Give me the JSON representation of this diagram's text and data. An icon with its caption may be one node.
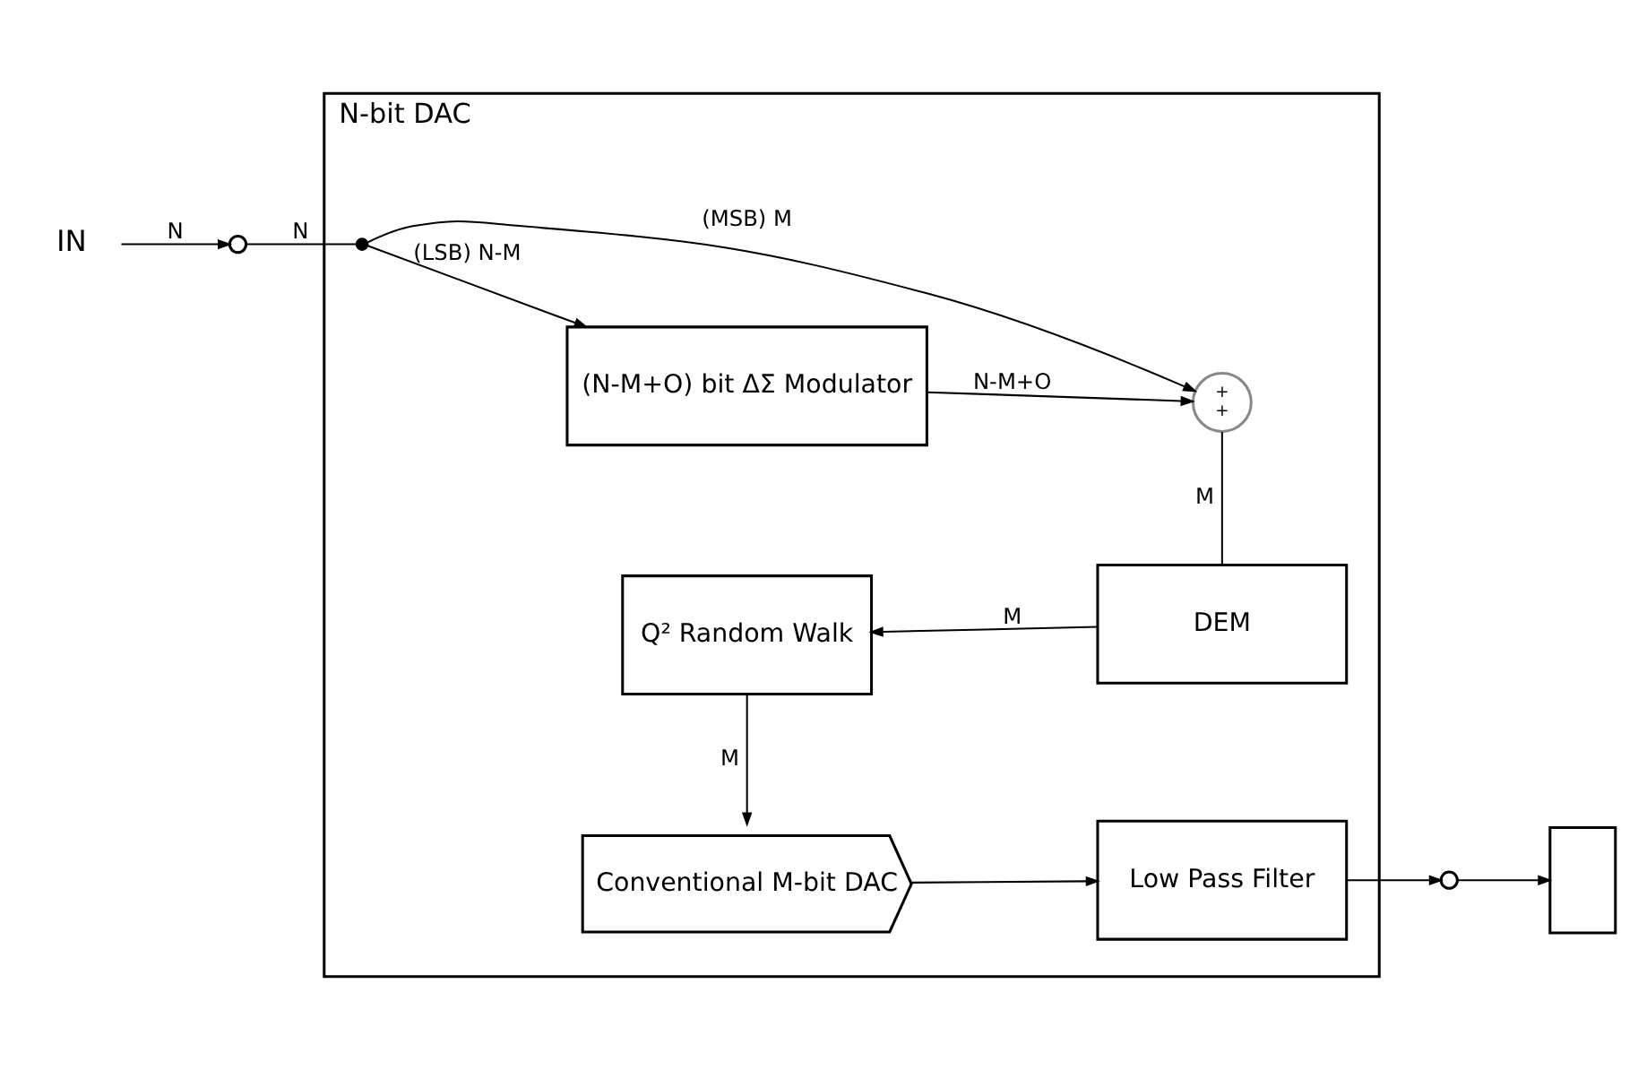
{
  "diagram": {
    "nodes": [
      {
        "text": [
          "N-bit DAC"
        ]
      },
      {
        "text": [
          "IN"
        ]
      },
      {
        "text": [],
        "shape": "circle"
      },
      {
        "text": [],
        "shape": "circle",
        "in": 0
      },
      {
        "text": [
          "(N-M+O) bit ΔΣ Modulator"
        ],
        "in": 0
      },
      {
        "text": [
          "+",
          "+"
        ],
        "in": 0
      },
      {
        "text": [
          "Q² Random Walk"
        ],
        "in": 0
      },
      {
        "text": [
          "DEM"
        ],
        "in": 0
      },
      {
        "text": [
          "Conventional M-bit DAC"
        ],
        "in": 0
      },
      {
        "text": [
          "Low Pass Filter"
        ],
        "in": 0
      },
      {
        "text": [],
        "shape": "circle"
      },
      {
        "text": [],
        "shape": "box"
      }
    ],
    "edges": [
      {
        "from": 1,
        "to": 2,
        "arrow": "to",
        "label": "N"
      },
      {
        "from": 2,
        "to": 3,
        "arrow": "none",
        "label": "N"
      },
      {
        "from": 3,
        "to": 5,
        "arrow": "to",
        "label": "(MSB) M"
      },
      {
        "from": 3,
        "to": 4,
        "arrow": "to",
        "label": "(LSB) N-M"
      },
      {
        "from": 4,
        "to": 5,
        "arrow": "to",
        "label": "N-M+O"
      },
      {
        "from": 5,
        "to": 7,
        "arrow": "none",
        "label": "M"
      },
      {
        "from": 7,
        "to": 6,
        "arrow": "to",
        "label": "M"
      },
      {
        "from": 6,
        "to": 8,
        "arrow": "to",
        "label": "M"
      },
      {
        "from": 8,
        "to": 9,
        "arrow": "to"
      },
      {
        "from": 9,
        "to": 10,
        "arrow": "to"
      },
      {
        "from": 10,
        "to": 11,
        "arrow": "to"
      }
    ]
  }
}
